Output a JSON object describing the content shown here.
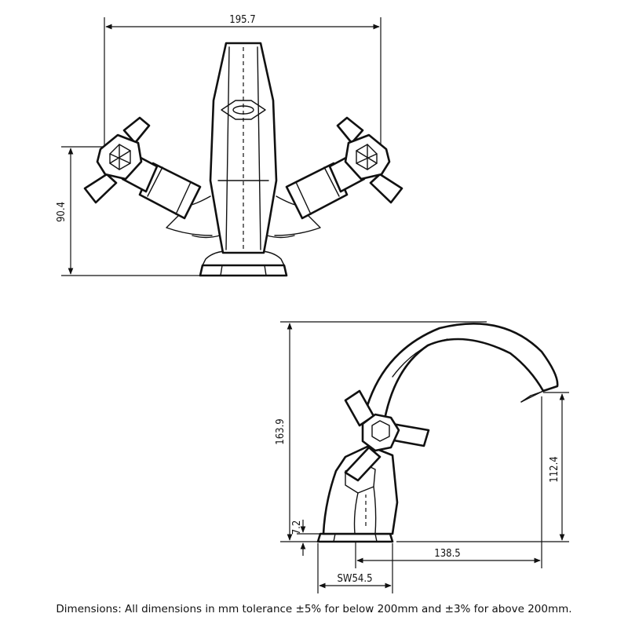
{
  "front_view": {
    "width_label": "195.7",
    "handle_height_label": "90.4"
  },
  "side_view": {
    "total_height_label": "163.9",
    "spout_height_label": "112.4",
    "base_thickness_label": "7.2",
    "reach_label": "138.5",
    "base_width_label": "SW54.5"
  },
  "caption": "Dimensions: All dimensions in mm tolerance ±5% for below 200mm and ±3% for above 200mm."
}
